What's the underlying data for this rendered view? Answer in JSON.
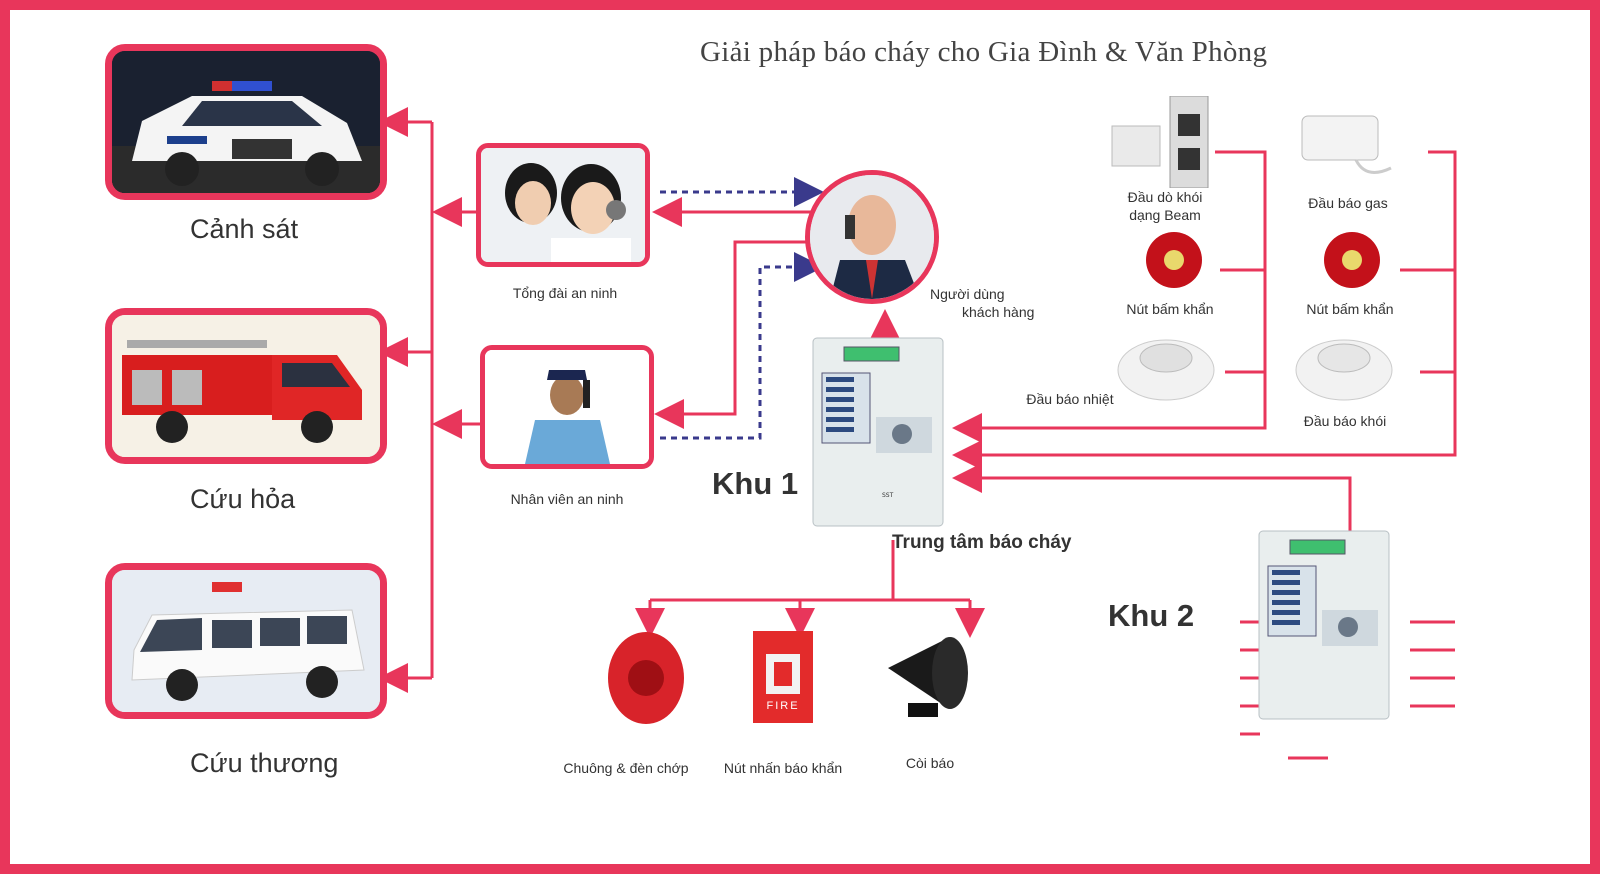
{
  "title": "Giải pháp báo cháy cho Gia Đình & Văn Phòng",
  "responders": {
    "police": "Cảnh sát",
    "fire": "Cứu hỏa",
    "ambulance": "Cứu thương"
  },
  "security_center": "Tổng đài an ninh",
  "security_guard": "Nhân viên an ninh",
  "user": {
    "line1": "Người dùng",
    "line2": "khách hàng"
  },
  "zone1": "Khu 1",
  "zone2": "Khu 2",
  "panel_caption": "Trung tâm báo cháy",
  "detectors_left": {
    "beam": {
      "line1": "Đầu dò khói",
      "line2": "dạng Beam"
    },
    "button": "Nút bấm khẩn",
    "heat": "Đầu báo nhiệt"
  },
  "detectors_right": {
    "gas": "Đầu báo gas",
    "button": "Nút bấm khẩn",
    "smoke": "Đầu báo khói"
  },
  "outputs": {
    "bell": "Chuông & đèn chớp",
    "callpoint": "Nút nhấn báo khẩn",
    "siren": "Còi báo"
  },
  "callpoint_text": "FIRE",
  "colors": {
    "accent": "#e8365b",
    "dashed": "#3a3a8c"
  }
}
